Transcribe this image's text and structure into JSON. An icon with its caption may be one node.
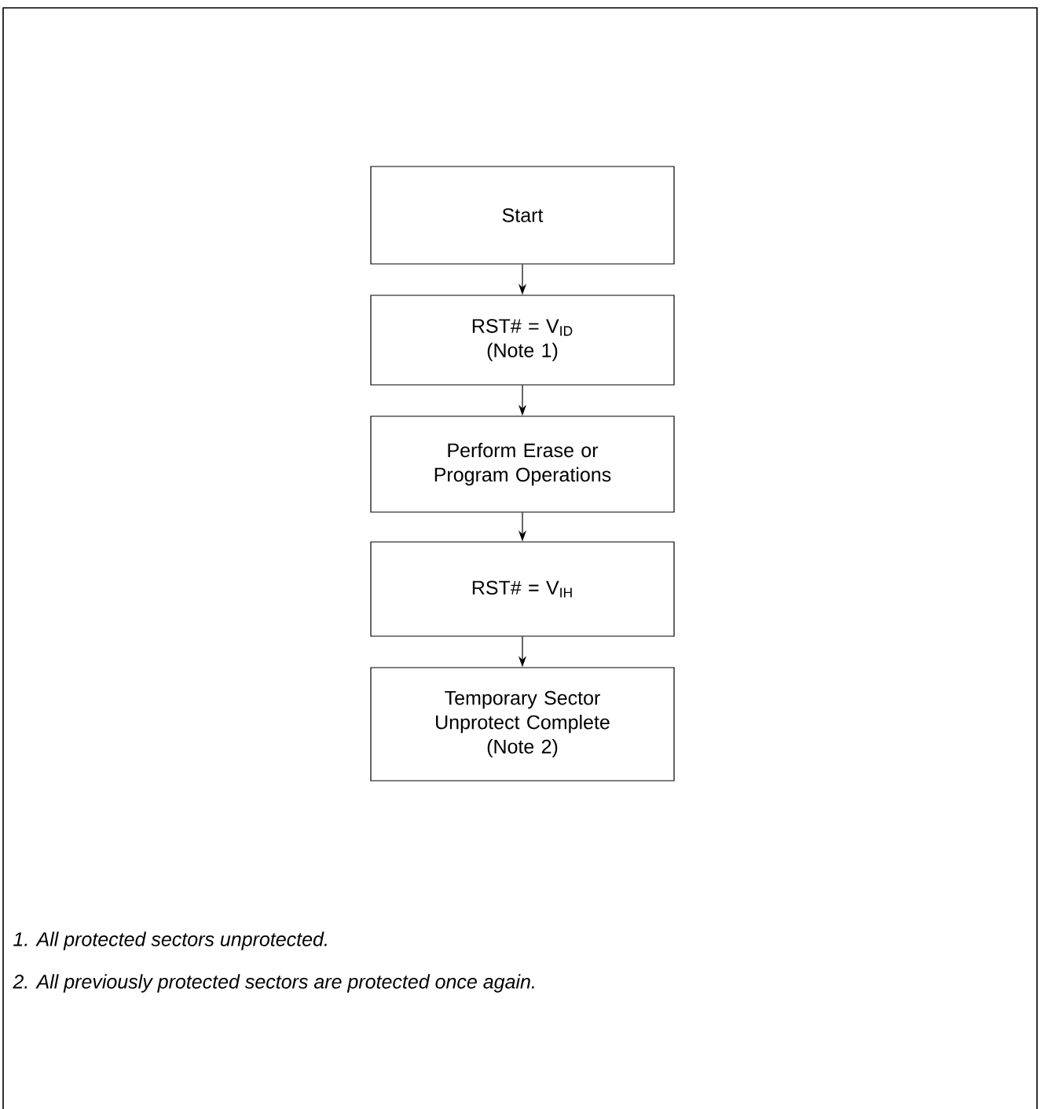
{
  "diagram": {
    "nodes": [
      {
        "text": [
          "Start"
        ]
      },
      {
        "text": [
          "RST# = V$_{ID}$",
          "(Note 1)"
        ]
      },
      {
        "text": [
          "Perform Erase or Program Operations"
        ]
      },
      {
        "text": [
          "RST# = V$_{IH}$"
        ]
      },
      {
        "text": [
          "Temporary Sector Unprotect Complete",
          "(Note 2)"
        ]
      }
    ],
    "edges": [
      {
        "from": 0,
        "to": 1,
        "arrow": "to"
      },
      {
        "from": 1,
        "to": 2,
        "arrow": "to"
      },
      {
        "from": 2,
        "to": 3,
        "arrow": "to"
      },
      {
        "from": 3,
        "to": 4,
        "arrow": "to"
      }
    ],
    "labels": [
      "1.  All protected sectors unprotected.",
      "2.  All previously protected sectors are protected once again."
    ]
  }
}
